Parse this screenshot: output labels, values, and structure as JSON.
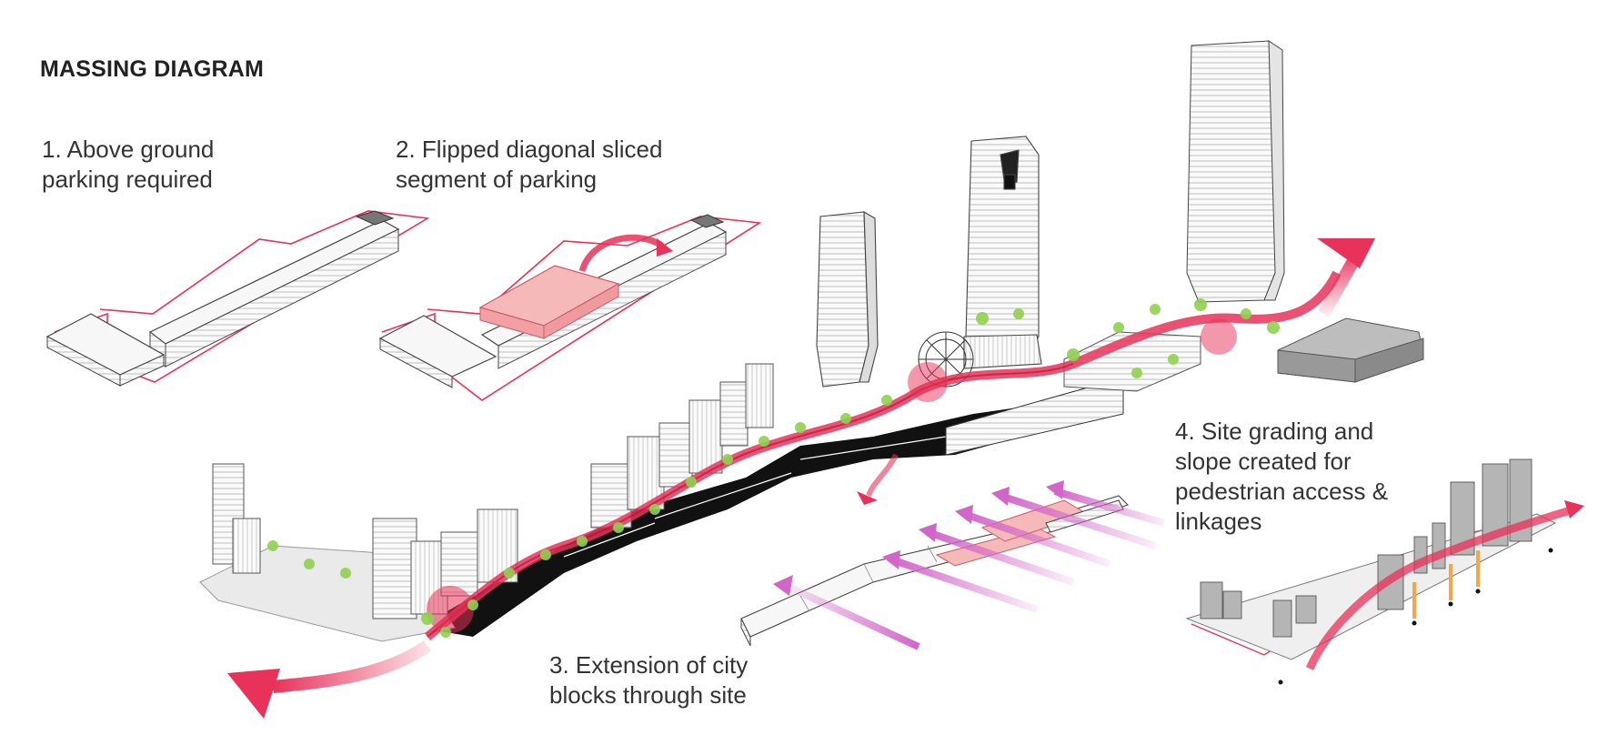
{
  "title": "MASSING DIAGRAM",
  "steps": [
    {
      "number": "1.",
      "lines": [
        "1. Above ground",
        "parking required"
      ]
    },
    {
      "number": "2.",
      "lines": [
        "2. Flipped diagonal sliced",
        "segment of parking"
      ]
    },
    {
      "number": "3.",
      "lines": [
        "3. Extension of city",
        "blocks through site"
      ]
    },
    {
      "number": "4.",
      "lines": [
        "4. Site grading and",
        "slope created for",
        "pedestrian access &",
        "linkages"
      ]
    }
  ],
  "colors": {
    "accent_red": "#e8325a",
    "parking_pink": "#f6b9b9",
    "greenery": "#8fd14f",
    "block_arrow": "#d166c8",
    "stair": "#f2a84a",
    "ink": "#222222",
    "massing_gray": "#9c9c9c"
  }
}
